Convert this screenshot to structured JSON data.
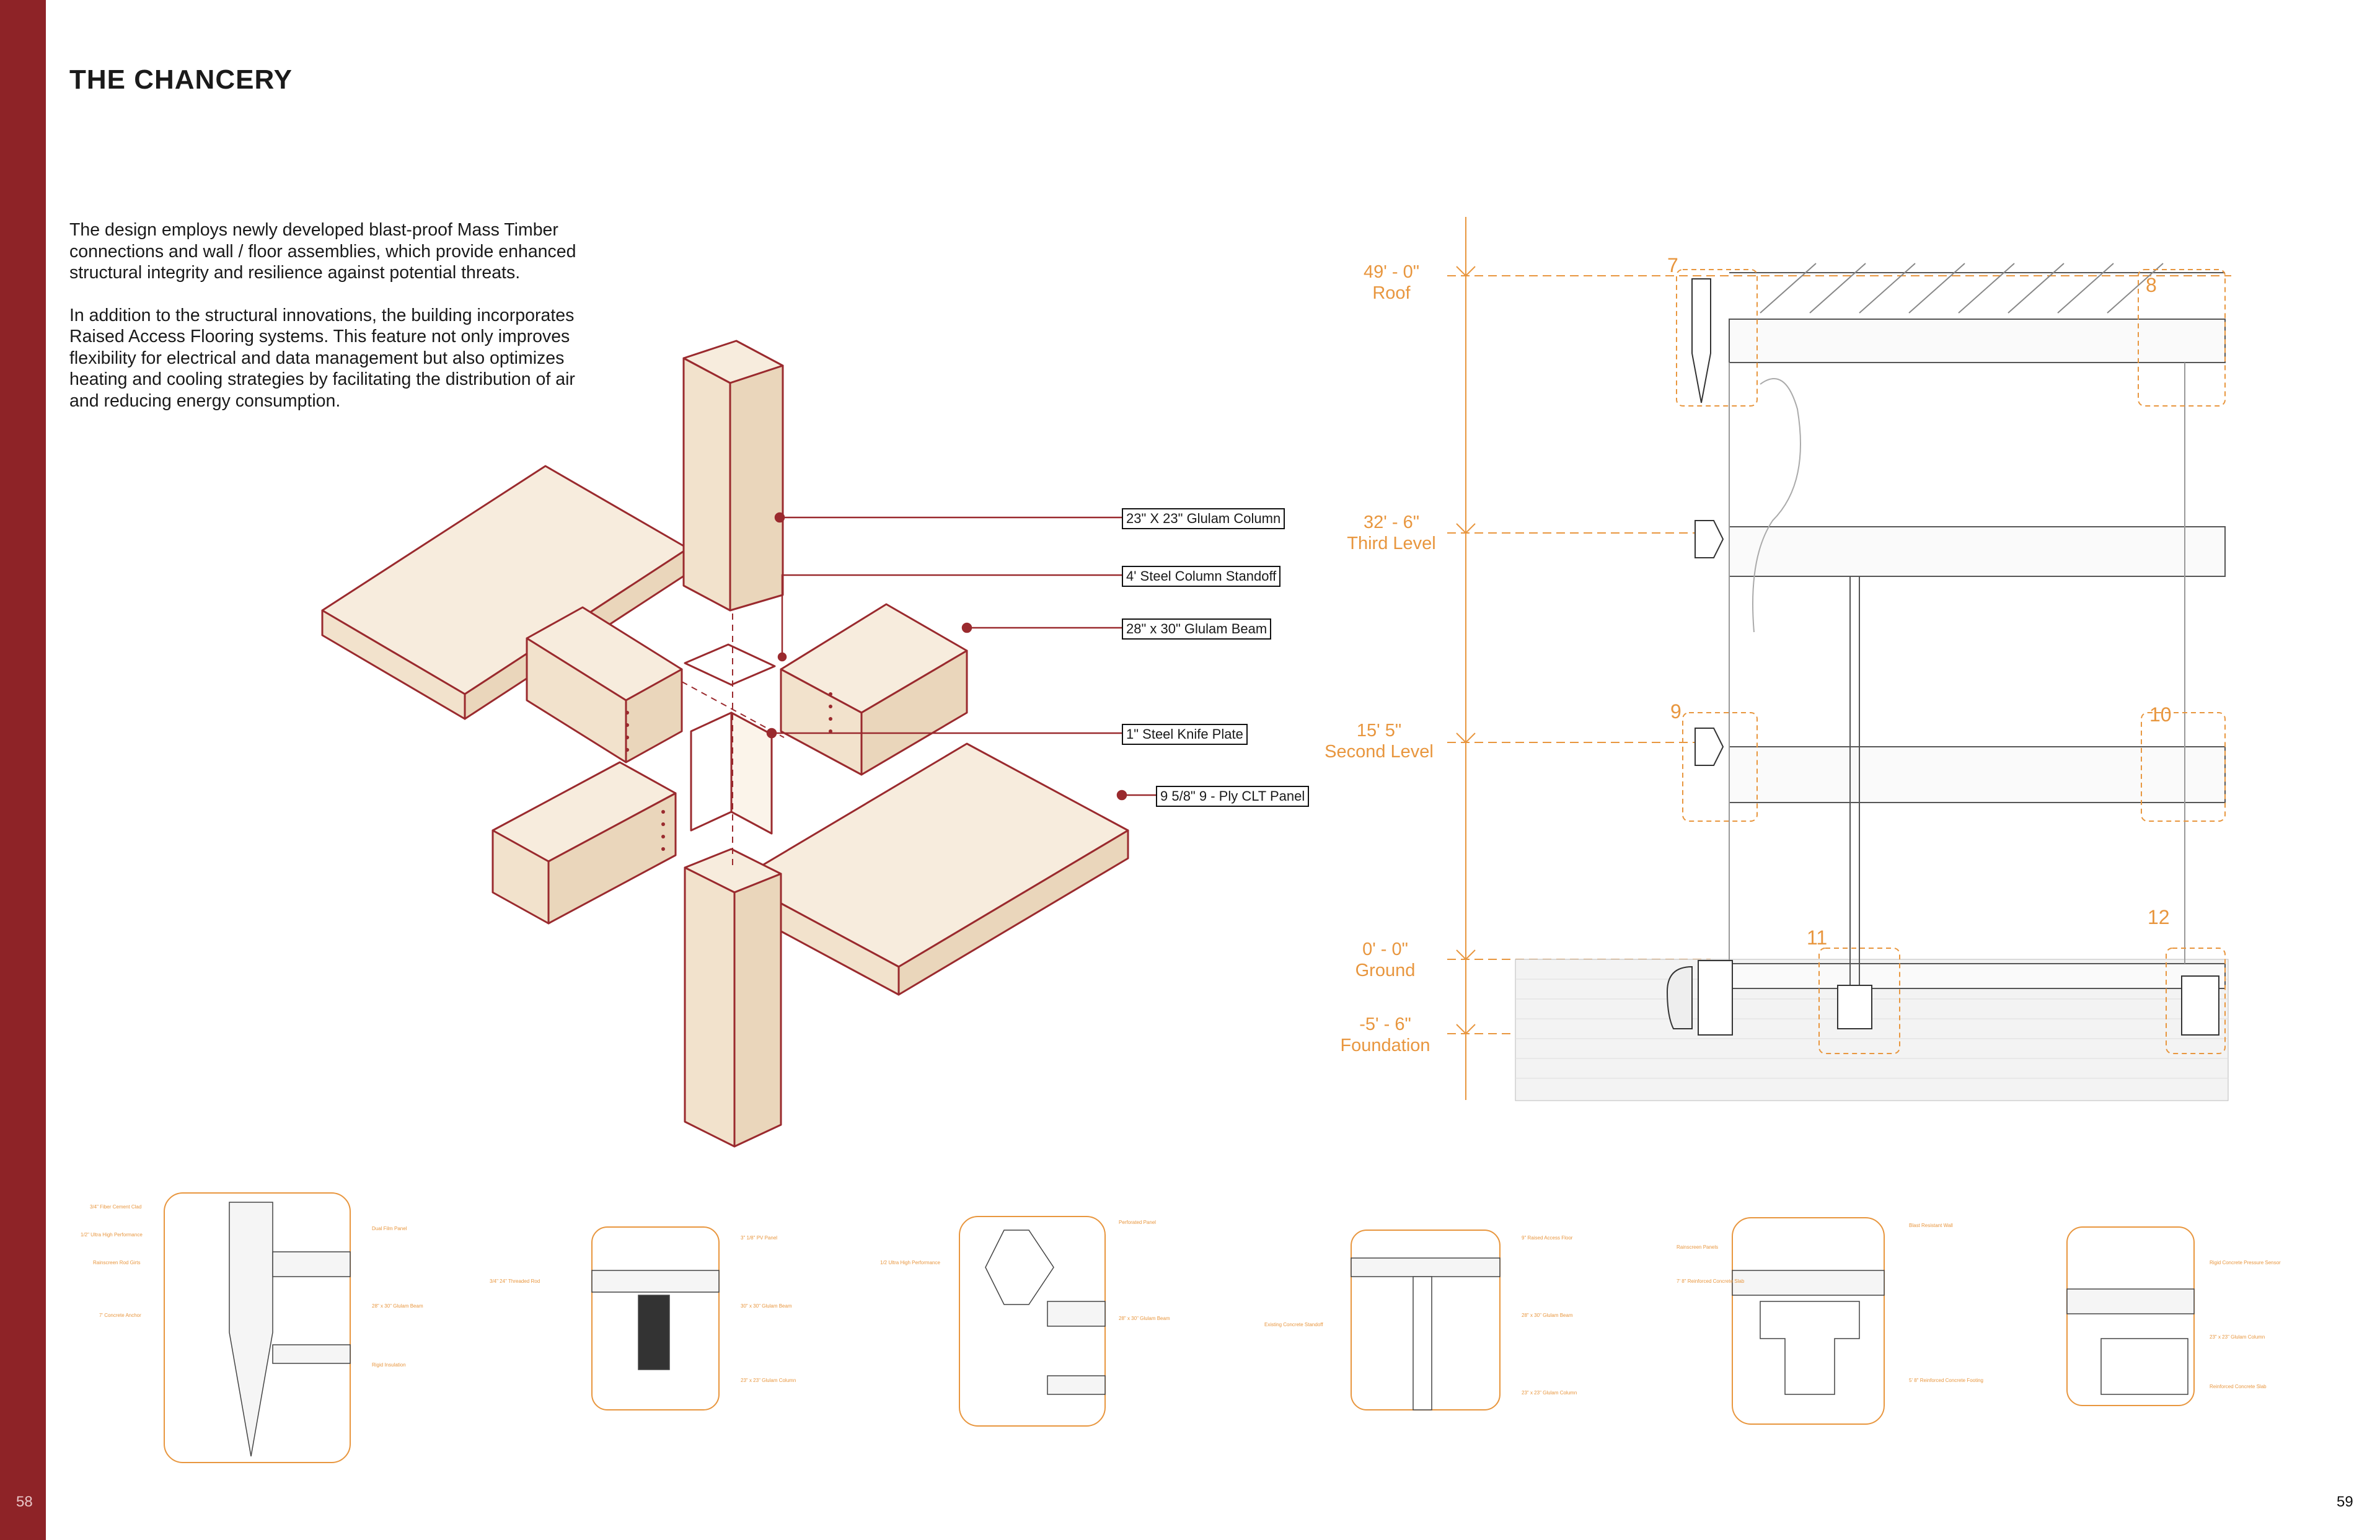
{
  "title": "THE CHANCERY",
  "intro": [
    "The design employs newly developed blast-proof Mass Timber connections and wall / floor assemblies, which provide enhanced structural integrity and resilience against potential threats.",
    "In addition to the structural innovations, the building incorporates Raised Access Flooring systems. This feature not only improves flexibility for electrical and data management but also optimizes heating and cooling strategies by facilitating the distribution of air and reducing energy consumption."
  ],
  "callouts": [
    "23\" X 23\" Glulam Column",
    "4' Steel Column Standoff",
    "28\" x 30\" Glulam Beam",
    "1\" Steel Knife Plate",
    "9 5/8\" 9 - Ply CLT Panel"
  ],
  "levels": [
    {
      "elevation": "49' - 0\"",
      "name": "Roof"
    },
    {
      "elevation": "32' - 6\"",
      "name": "Third Level"
    },
    {
      "elevation": "15' 5\"",
      "name": "Second Level"
    },
    {
      "elevation": "0' - 0\"",
      "name": "Ground"
    },
    {
      "elevation": "-5' - 6\"",
      "name": "Foundation"
    }
  ],
  "detail_numbers": [
    "7",
    "8",
    "9",
    "10",
    "11",
    "12"
  ],
  "page_numbers": {
    "left": "58",
    "right": "59"
  },
  "colors": {
    "spine": "#8e2327",
    "axon_line": "#9a2a2e",
    "timber_fill": "#f7ecdd",
    "annotation": "#e8963e"
  }
}
